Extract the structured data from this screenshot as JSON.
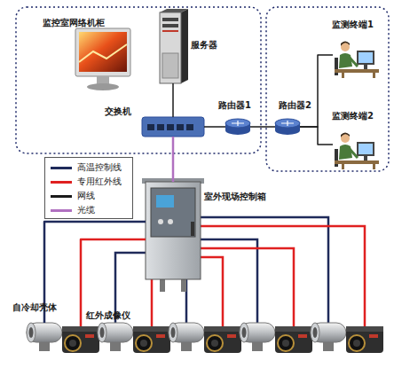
{
  "diagram": {
    "nodes": [
      {
        "text": [
          "监控室网络机柜"
        ]
      },
      {
        "text": [
          "服务器"
        ]
      },
      {
        "text": [
          "交换机"
        ]
      },
      {
        "text": [
          "路由器1"
        ]
      },
      {
        "text": [
          "路由器2"
        ]
      },
      {
        "text": [
          "监测终端1"
        ]
      },
      {
        "text": [
          "监测终端2"
        ]
      },
      {
        "text": [
          "室外现场控制箱"
        ]
      },
      {
        "text": [
          "自冷却壳体"
        ]
      },
      {
        "text": [
          "红外成像仪"
        ]
      }
    ],
    "edges": [
      {
        "from": 1,
        "to": 2,
        "arrow": "none"
      },
      {
        "from": 2,
        "to": 3,
        "arrow": "none"
      },
      {
        "from": 3,
        "to": 4,
        "arrow": "none"
      },
      {
        "from": 4,
        "to": 5,
        "arrow": "none"
      },
      {
        "from": 4,
        "to": 6,
        "arrow": "none"
      },
      {
        "from": 2,
        "to": 7,
        "arrow": "none"
      },
      {
        "from": 7,
        "to": 8,
        "arrow": "none"
      },
      {
        "from": 7,
        "to": 9,
        "arrow": "none"
      }
    ],
    "legend": [
      {
        "text": "高温控制线",
        "color": "#1f2a5a"
      },
      {
        "text": "专用红外线",
        "color": "#e02020"
      },
      {
        "text": "网线",
        "color": "#1a1a1a"
      },
      {
        "text": "光缆",
        "color": "#b070c0"
      }
    ]
  }
}
